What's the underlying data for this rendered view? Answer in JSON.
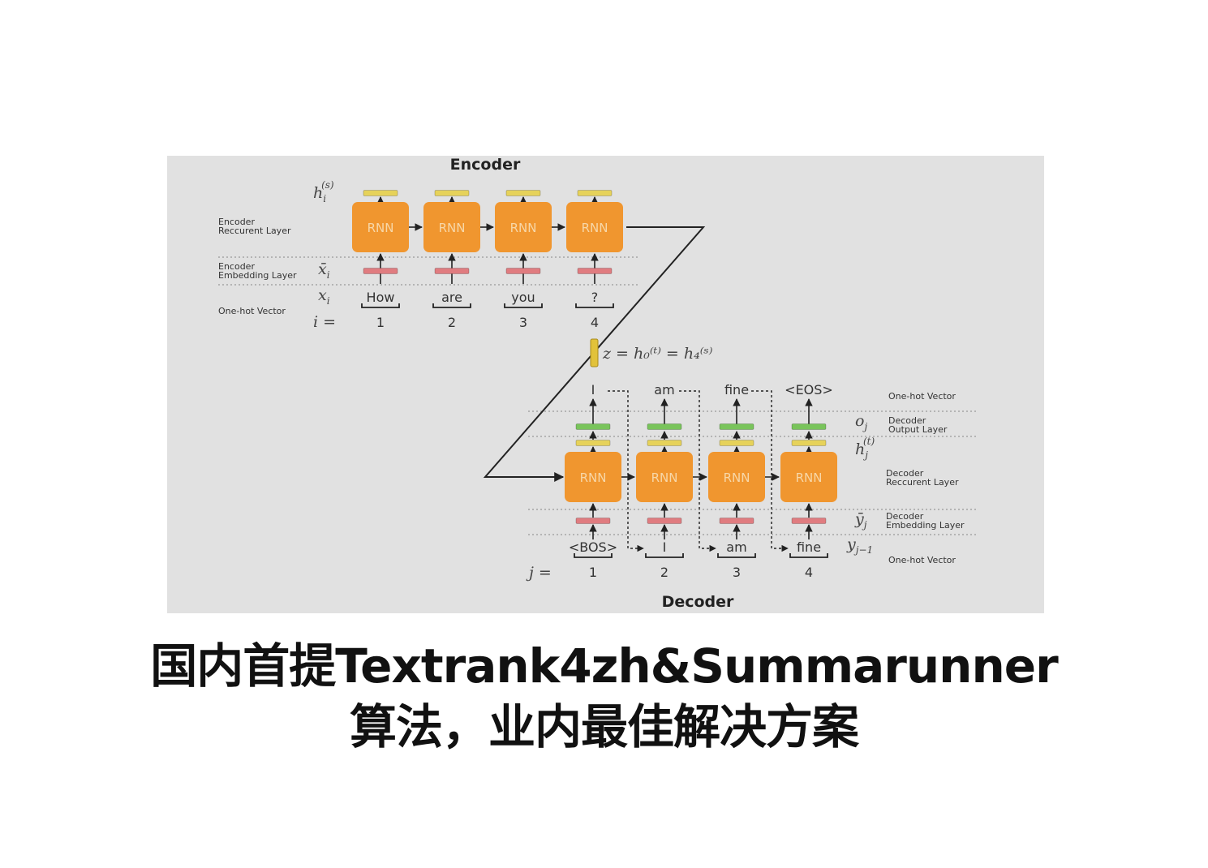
{
  "diagram": {
    "encoder_title": "Encoder",
    "decoder_title": "Decoder",
    "encoder": {
      "layer_labels": [
        [
          "Encoder",
          "Reccurent Layer"
        ],
        [
          "Encoder",
          "Embedding Layer"
        ],
        [
          "One-hot Vector"
        ]
      ],
      "hidden_symbol": "h",
      "hidden_sup": "(s)",
      "hidden_sub": "i",
      "embed_symbol": "x̄",
      "embed_sub": "i",
      "input_symbol": "x",
      "input_sub": "i",
      "index_label": "i =",
      "cells": [
        {
          "label": "RNN",
          "token": "How",
          "index": "1"
        },
        {
          "label": "RNN",
          "token": "are",
          "index": "2"
        },
        {
          "label": "RNN",
          "token": "you",
          "index": "3"
        },
        {
          "label": "RNN",
          "token": "?",
          "index": "4"
        }
      ]
    },
    "context_equation": "z = h₀⁽ᵗ⁾ = h₄⁽ˢ⁾",
    "decoder": {
      "layer_labels": [
        [
          "One-hot Vector"
        ],
        [
          "Decoder",
          "Output Layer"
        ],
        [
          "Decoder",
          "Reccurent Layer"
        ],
        [
          "Decoder",
          "Embedding Layer"
        ],
        [
          "One-hot Vector"
        ]
      ],
      "output_symbol": "o",
      "output_sub": "j",
      "hidden_symbol": "h",
      "hidden_sup": "(t)",
      "hidden_sub": "j",
      "embed_symbol": "ȳ",
      "embed_sub": "j",
      "input_symbol": "y",
      "input_sub": "j−1",
      "index_label": "j =",
      "cells": [
        {
          "label": "RNN",
          "output": "I",
          "input": "<BOS>",
          "index": "1"
        },
        {
          "label": "RNN",
          "output": "am",
          "input": "I",
          "index": "2"
        },
        {
          "label": "RNN",
          "output": "fine",
          "input": "am",
          "index": "3"
        },
        {
          "label": "RNN",
          "output": "<EOS>",
          "input": "fine",
          "index": "4"
        }
      ]
    },
    "colors": {
      "rnn": "#f0962f",
      "rnn_text": "#f7d7a8",
      "hidden_bar": "#e6d25a",
      "embed_bar": "#e07c80",
      "output_bar": "#79c45b",
      "context_bar": "#e2c23a"
    }
  },
  "caption": {
    "line1": "国内首提Textrank4zh&Summarunner",
    "line2": "算法，业内最佳解决方案"
  }
}
